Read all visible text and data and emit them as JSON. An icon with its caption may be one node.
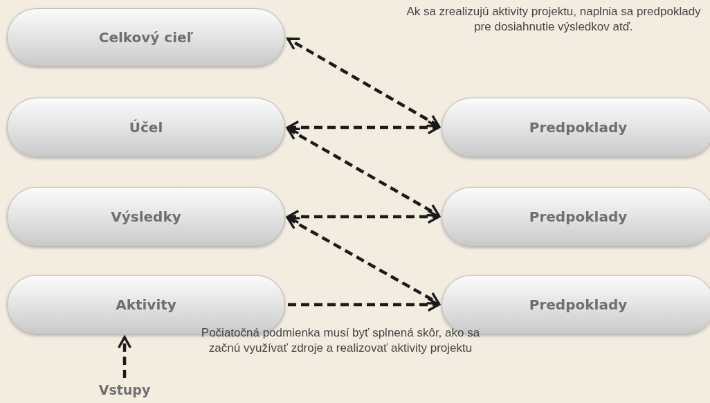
{
  "diagram": {
    "nodes": [
      {
        "text": [
          "Celkový cieľ"
        ]
      },
      {
        "text": [
          "Účel"
        ]
      },
      {
        "text": [
          "Výsledky"
        ]
      },
      {
        "text": [
          "Aktivity"
        ]
      },
      {
        "text": [
          "Predpoklady"
        ]
      },
      {
        "text": [
          "Predpoklady"
        ]
      },
      {
        "text": [
          "Predpoklady"
        ]
      },
      {
        "text": [
          "Vstupy"
        ]
      }
    ],
    "edges": [
      {
        "from": 4,
        "to": 0,
        "arrow": "both",
        "style": "dashed"
      },
      {
        "from": 1,
        "to": 4,
        "arrow": "both",
        "style": "dashed"
      },
      {
        "from": 1,
        "to": 5,
        "arrow": "both",
        "style": "dashed"
      },
      {
        "from": 2,
        "to": 5,
        "arrow": "both",
        "style": "dashed"
      },
      {
        "from": 2,
        "to": 6,
        "arrow": "both",
        "style": "dashed"
      },
      {
        "from": 3,
        "to": 6,
        "arrow": "to",
        "style": "dashed"
      },
      {
        "from": 7,
        "to": 3,
        "arrow": "to",
        "style": "dashed"
      }
    ],
    "labels": [
      "Ak sa zrealizujú aktivity projektu, naplnia sa predpoklady pre dosiahnutie výsledkov atď.",
      "Počiatočná podmienka musí byť splnená skôr, ako sa začnú využívať zdroje a realizovať aktivity projektu"
    ]
  }
}
